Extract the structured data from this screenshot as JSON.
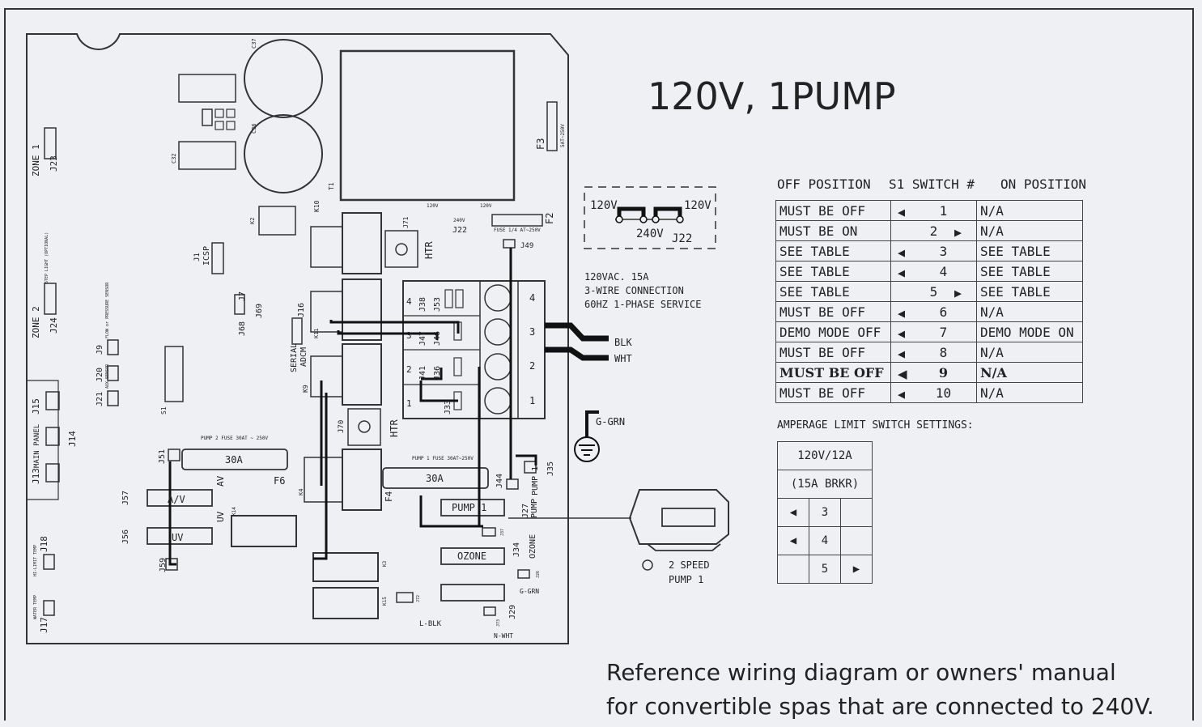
{
  "title": "120V, 1PUMP",
  "s1_table": {
    "headers": {
      "off": "OFF POSITION",
      "switch": "S1 SWITCH #",
      "on": "ON POSITION"
    },
    "rows": [
      {
        "off": "MUST BE OFF",
        "num": "1",
        "arrow": "left",
        "on": "N/A"
      },
      {
        "off": "MUST BE ON",
        "num": "2",
        "arrow": "right",
        "on": "N/A"
      },
      {
        "off": "SEE TABLE",
        "num": "3",
        "arrow": "left",
        "on": "SEE TABLE"
      },
      {
        "off": "SEE TABLE",
        "num": "4",
        "arrow": "left",
        "on": "SEE TABLE"
      },
      {
        "off": "SEE TABLE",
        "num": "5",
        "arrow": "right",
        "on": "SEE TABLE"
      },
      {
        "off": "MUST BE OFF",
        "num": "6",
        "arrow": "left",
        "on": "N/A"
      },
      {
        "off": "DEMO MODE OFF",
        "num": "7",
        "arrow": "left",
        "on": "DEMO MODE ON"
      },
      {
        "off": "MUST BE OFF",
        "num": "8",
        "arrow": "left",
        "on": "N/A"
      },
      {
        "off": "MUST BE OFF",
        "num": "9",
        "arrow": "left",
        "on": "N/A"
      },
      {
        "off": "MUST BE OFF",
        "num": "10",
        "arrow": "left",
        "on": "N/A"
      }
    ]
  },
  "amperage": {
    "heading": "AMPERAGE LIMIT SWITCH SETTINGS:",
    "label1": "120V/12A",
    "label2": "(15A BRKR)",
    "rows": [
      {
        "num": "3",
        "arrow": "left"
      },
      {
        "num": "4",
        "arrow": "left"
      },
      {
        "num": "5",
        "arrow": "right"
      }
    ]
  },
  "jumper": {
    "left": "120V",
    "right": "120V",
    "mid": "240V",
    "name": "J22"
  },
  "service": [
    "120VAC. 15A",
    "3-WIRE CONNECTION",
    "60HZ 1-PHASE SERVICE"
  ],
  "wires": {
    "blk": "BLK",
    "wht": "WHT",
    "ggrn": "G-GRN"
  },
  "pump_label": [
    "2 SPEED",
    "PUMP 1"
  ],
  "note": [
    "Reference wiring diagram or owners' manual",
    "for convertible spas that are connected to 240V."
  ],
  "board": {
    "fuse_p2": "PUMP 2 FUSE 30AT ~ 250V",
    "fuse_p1": "PUMP 1 FUSE 30AT~250V",
    "fuse_val": "30A",
    "fuse_f2": "FUSE 1/4 AT~250V",
    "f6": "F6",
    "f4": "F4",
    "f2": "F2",
    "f3": "F3",
    "f3_rating": "5AT~250V",
    "av": "A/V",
    "uv": "UV",
    "av_side": "AV",
    "uv_side": "UV",
    "pump1": "PUMP 1",
    "ozone": "OZONE",
    "ggrn": "G-GRN",
    "lblk": "L-BLK",
    "nwht": "N-WHT",
    "htr": "HTR",
    "htr2": "HTR",
    "terms": [
      "4",
      "3",
      "2",
      "1"
    ],
    "zone1": "ZONE 1",
    "j23": "J23",
    "zone2": "ZONE 2",
    "j24": "J24",
    "step_light": "STEP LIGHT (OPTIONAL)",
    "main_panel": "MAIN PANEL",
    "j13": "J13",
    "j14": "J14",
    "j15": "J15",
    "j9": "J9",
    "flow": "FLOW or PRESSURE SENSOR",
    "j20": "J20",
    "j21": "J21",
    "aux": "AUX SENSOR",
    "j18": "J18",
    "hilimit": "HI-LIMIT TEMP",
    "j17": "J17",
    "watertemp": "WATER TEMP",
    "j57": "J57",
    "j56": "J56",
    "j59": "J59",
    "j51": "J51",
    "s1": "S1",
    "j1": "J1",
    "icsp": "ICSP",
    "j7": "J7",
    "j68": "J68",
    "j69": "J69",
    "j16": "J16",
    "serial": "SERIAL",
    "adcm": "ADCM",
    "k9": "K9",
    "k11": "K11",
    "k10": "K10",
    "k2": "K2",
    "k4": "K4",
    "k14": "K14",
    "k3": "K3",
    "k15": "K15",
    "t1": "T1",
    "c37": "C37",
    "c36": "C36",
    "c32": "C32",
    "j70": "J70",
    "j71": "J71",
    "j38": "J38",
    "j53": "J53",
    "j47": "J47",
    "j46": "J46",
    "j41": "J41",
    "j36": "J36",
    "j33": "J33",
    "j49": "J49",
    "j44": "J44",
    "j35": "J35",
    "pump1_v": "PUMP 1",
    "j27": "J27",
    "pump_v": "PUMP",
    "j37": "J37",
    "j34": "J34",
    "ozone_v": "OZONE",
    "j29": "J29",
    "j26": "J26",
    "j72": "J72",
    "j73": "J73",
    "j22_120a": "120V",
    "j22_120b": "120V",
    "j22_240": "240V",
    "j22": "J22"
  }
}
